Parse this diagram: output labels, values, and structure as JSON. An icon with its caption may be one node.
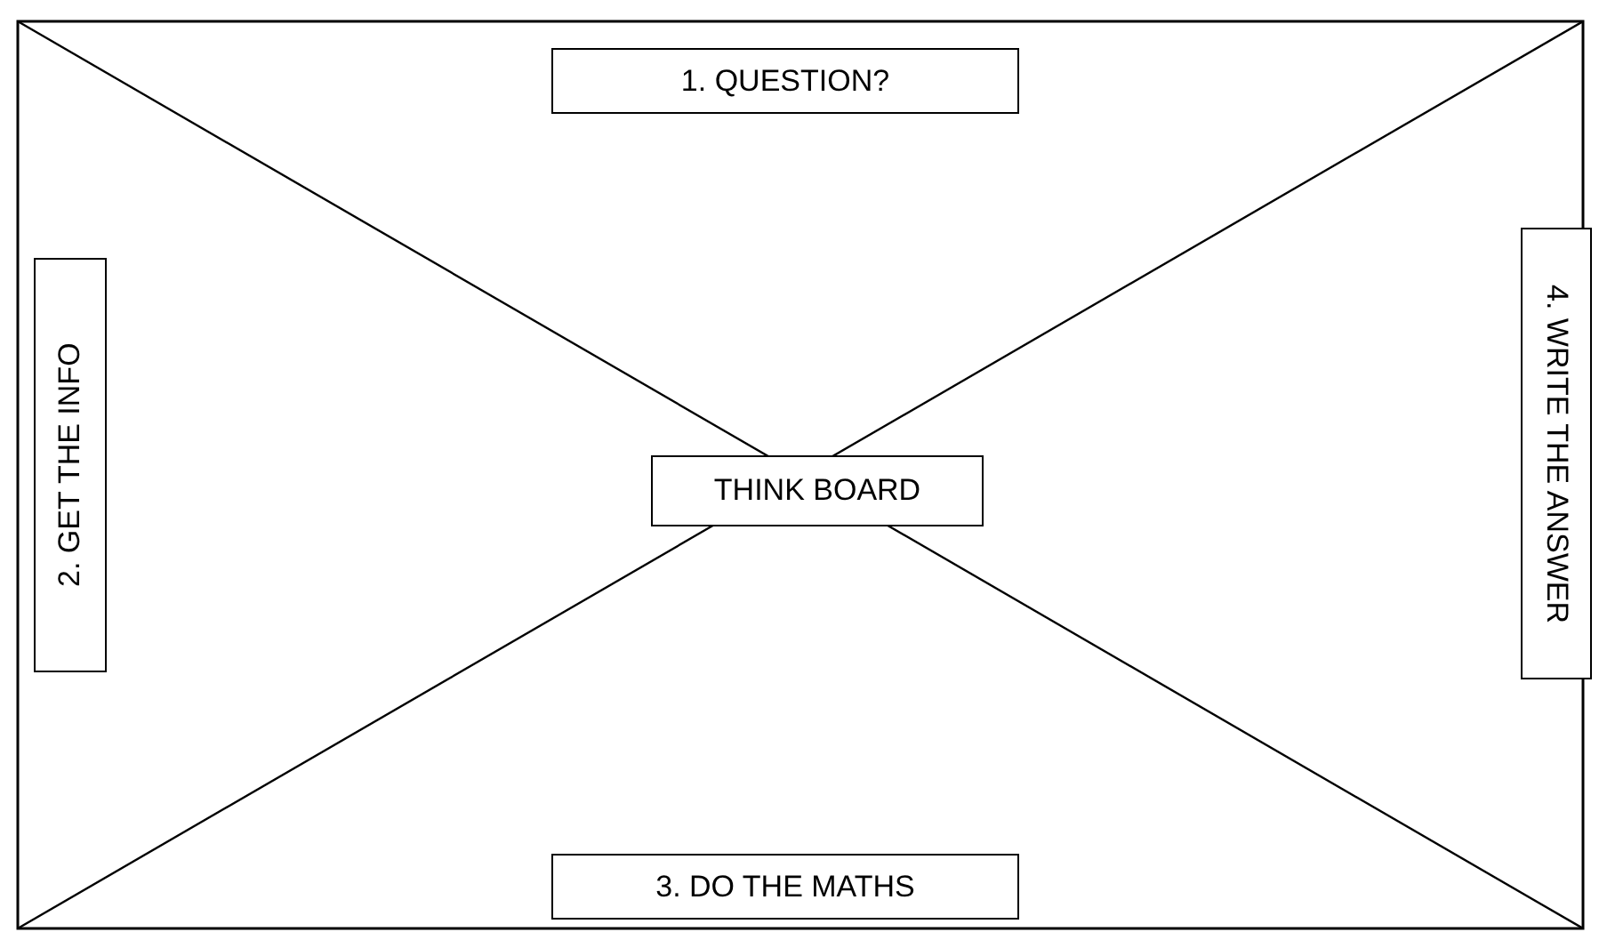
{
  "diagram": {
    "nodes": [
      {
        "text": [
          "1. QUESTION?"
        ]
      },
      {
        "text": [
          "2. GET THE INFO"
        ]
      },
      {
        "text": [
          "THINK BOARD"
        ]
      },
      {
        "text": [
          "4. WRITE THE ANSWER"
        ]
      },
      {
        "text": [
          "3. DO THE MATHS"
        ]
      }
    ]
  }
}
